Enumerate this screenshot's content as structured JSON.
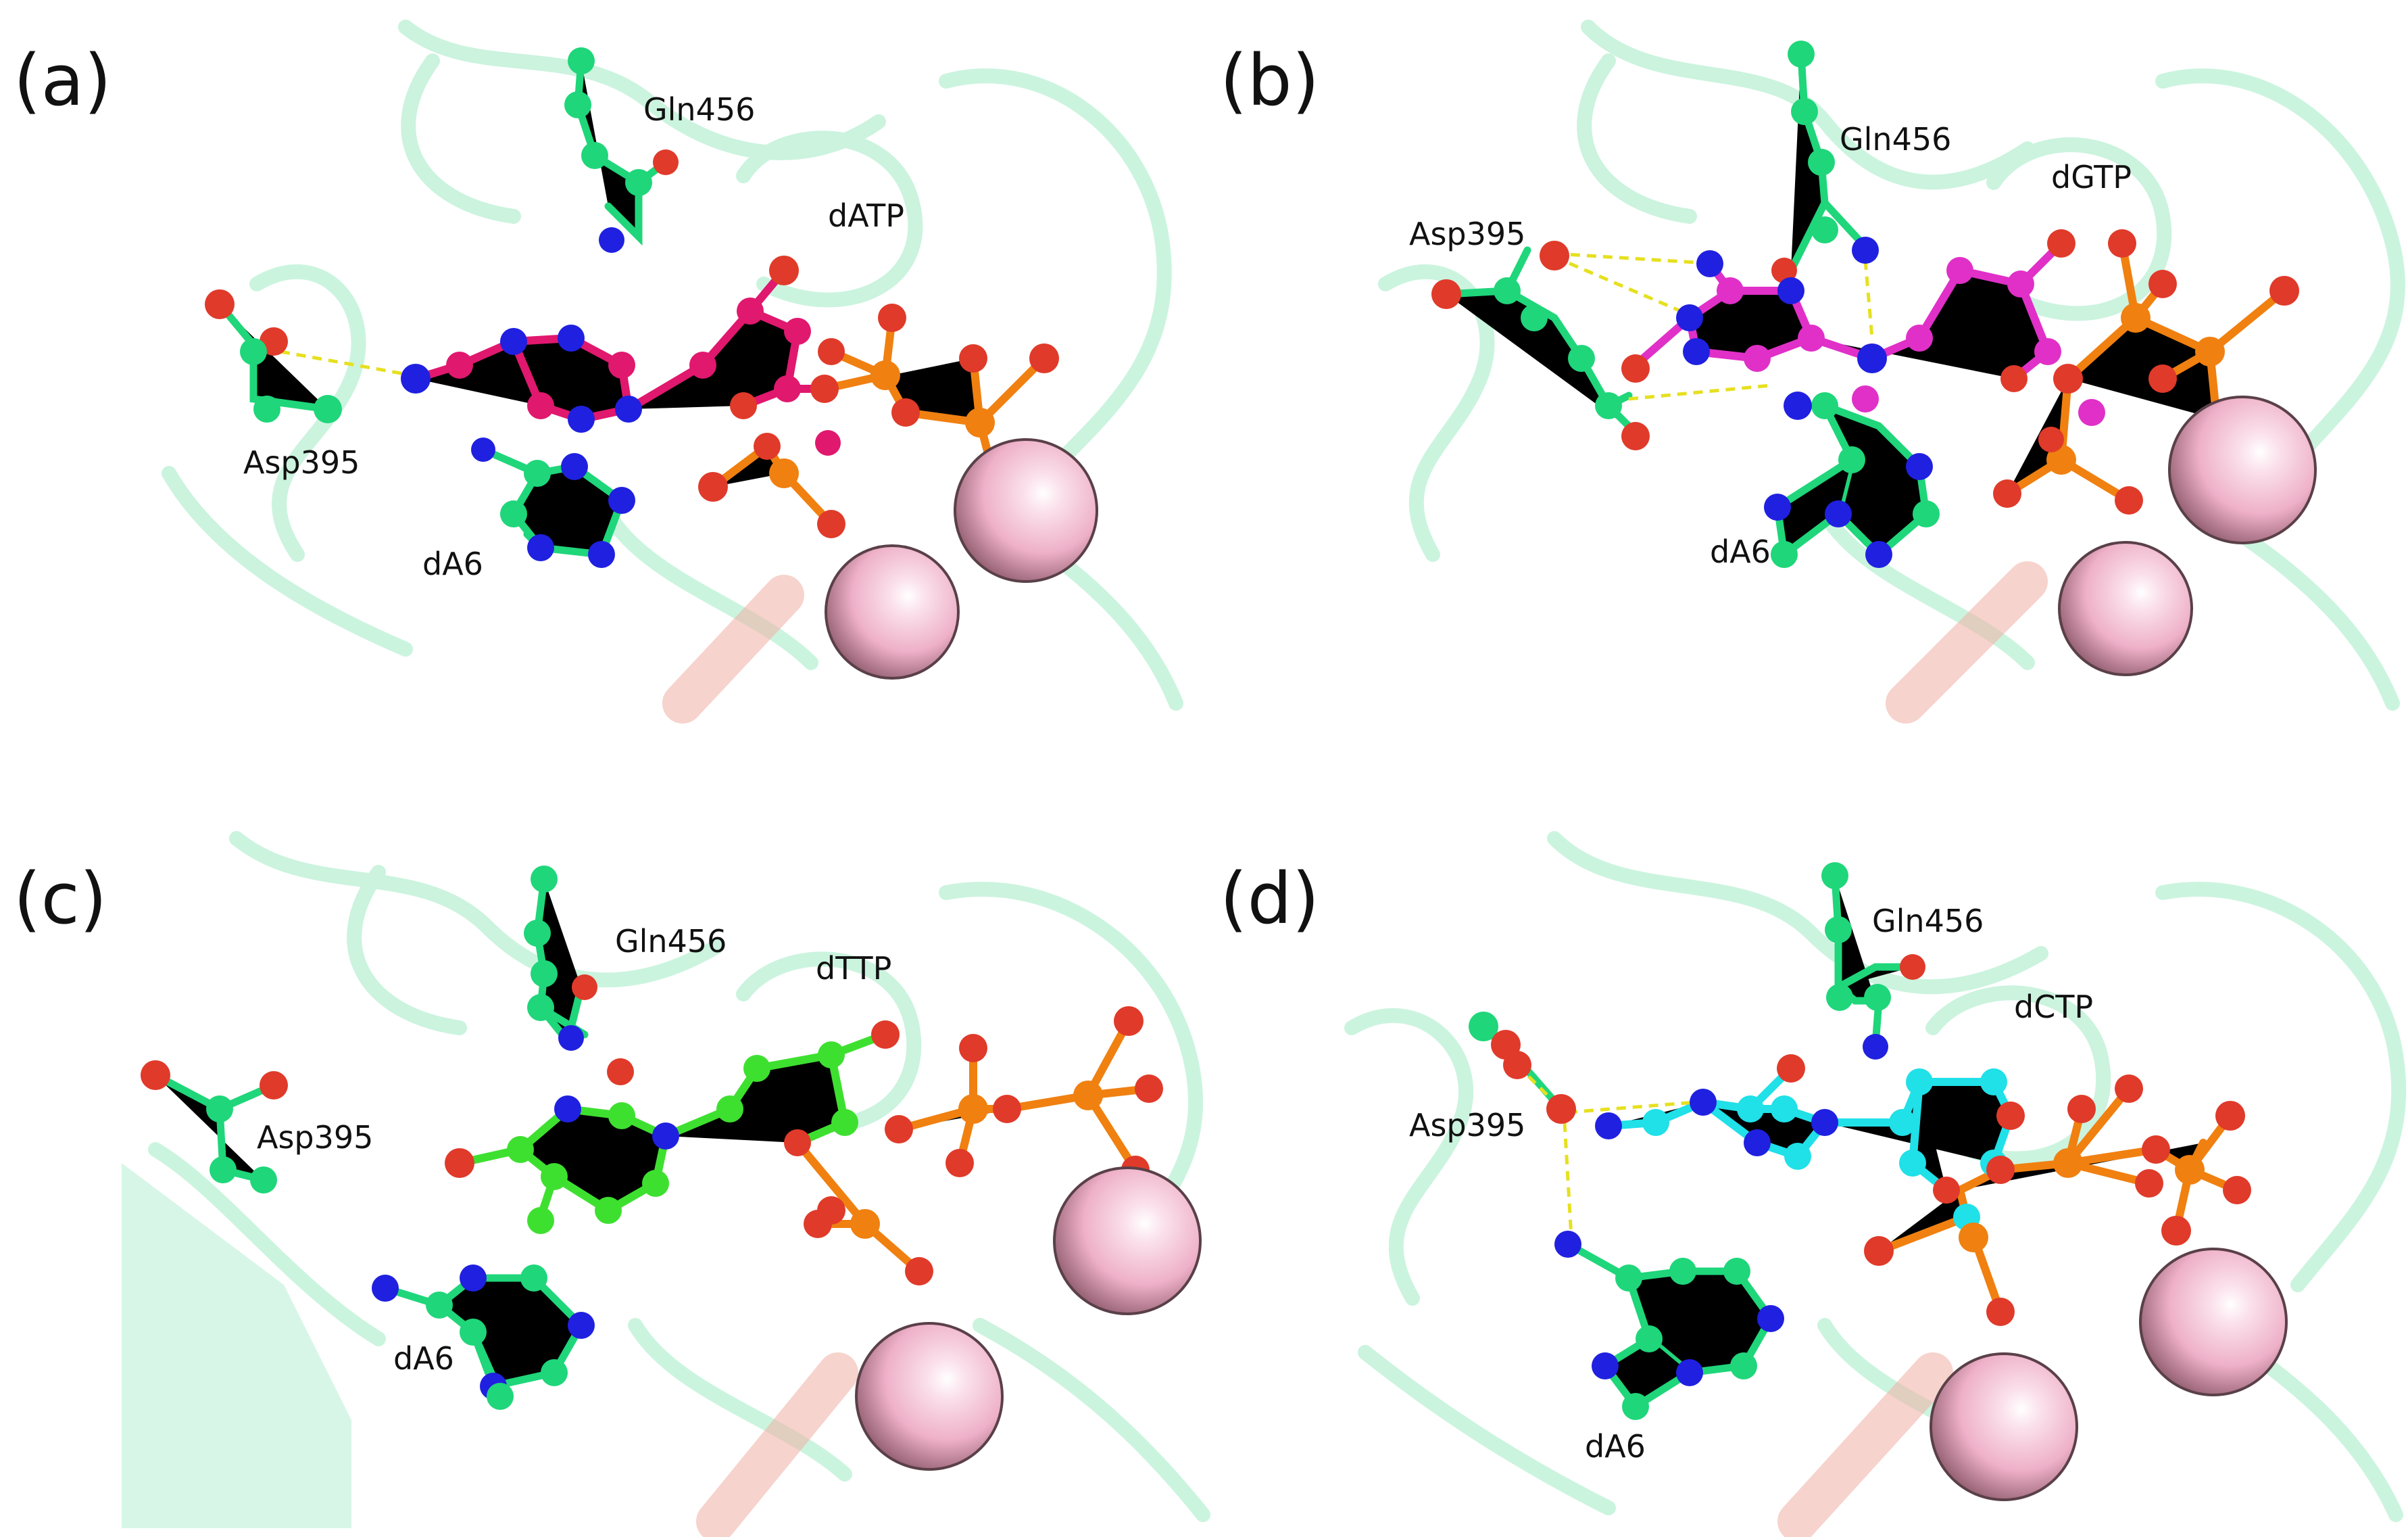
{
  "figure": {
    "panels": [
      {
        "label": "(a)",
        "ligand": "dATP",
        "labels": [
          "Gln456",
          "dATP",
          "Asp395",
          "dA6"
        ]
      },
      {
        "label": "(b)",
        "ligand": "dGTP",
        "labels": [
          "Gln456",
          "dGTP",
          "Asp395",
          "dA6"
        ]
      },
      {
        "label": "(c)",
        "ligand": "dTTP",
        "labels": [
          "Gln456",
          "dTTP",
          "Asp395",
          "dA6"
        ]
      },
      {
        "label": "(d)",
        "ligand": "dCTP",
        "labels": [
          "Gln456",
          "dCTP",
          "Asp395",
          "dA6"
        ]
      }
    ]
  },
  "colors": {
    "ribbon": "#9be8c0",
    "residue_carbon": "#1fd67a",
    "nitrogen": "#2020e0",
    "oxygen": "#e03a2a",
    "phosphorus": "#f08010",
    "metal_ion": "#f2b6cf",
    "hbond": "#e6e020",
    "dATP_carbon": "#e0186e",
    "dGTP_carbon": "#e030c8",
    "dTTP_carbon": "#3ee030",
    "dCTP_carbon": "#20e0e8"
  }
}
